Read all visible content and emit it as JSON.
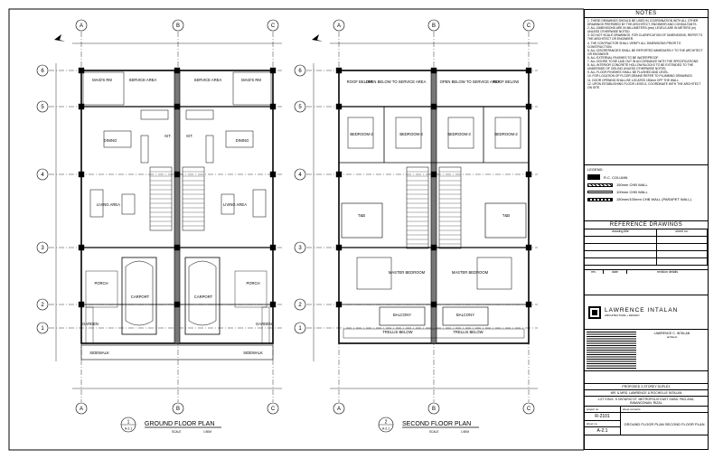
{
  "plans": [
    {
      "number": "1",
      "ref": "A-2.1",
      "title": "GROUND FLOOR PLAN",
      "scale_label": "SCALE",
      "scale": "1:50M"
    },
    {
      "number": "2",
      "ref": "A-2.1",
      "title": "SECOND FLOOR PLAN",
      "scale_label": "SCALE",
      "scale": "1:50M"
    }
  ],
  "grid": {
    "columns": [
      "A",
      "B",
      "C"
    ],
    "rows": [
      "6",
      "5",
      "4",
      "3",
      "2",
      "1"
    ]
  },
  "ground_rooms": [
    "MAID'S RM",
    "SERVICE AREA",
    "SERVICE AREA",
    "MAID'S RM",
    "DINING",
    "KIT.",
    "KIT.",
    "DINING",
    "LIVING AREA",
    "LIVING AREA",
    "PORCH",
    "CARPORT",
    "CARPORT",
    "PORCH",
    "GARDEN",
    "GARDEN",
    "SIDEWALK",
    "SIDEWALK"
  ],
  "second_rooms": [
    "ROOF BELOW",
    "OPEN BELOW TO SERVICE AREA",
    "OPEN BELOW TO SERVICE AREA",
    "ROOF BELOW",
    "BEDROOM-2",
    "BEDROOM-3",
    "BEDROOM-3",
    "BEDROOM-2",
    "T&B",
    "T&B",
    "MASTER BEDROOM",
    "MASTER BEDROOM",
    "BALCONY",
    "BALCONY",
    "TRELLIS BELOW",
    "TRELLIS BELOW"
  ],
  "notes": {
    "title": "NOTES",
    "items": [
      "1. THESE DRAWINGS SHOULD BE USED IN COORDINATION WITH ALL OTHER DRAWINGS PREPARED BY THE ARCHITECT, ENGINEER AND CONSULTANTS.",
      "2. ALL DIMENSIONS ARE IN MILLIMETERS (mm) LEVELS ARE IN METERS (m) UNLESS OTHERWISE NOTED.",
      "3. DO NOT SCALE DRAWINGS. FOR CLARIFICATION OF DIMENSIONS, REFER TO THE ARCHITECT OR ENGINEER.",
      "4. THE CONTRACTOR SHALL VERIFY ALL DIMENSIONS PRIOR TO CONSTRUCTION.",
      "5. ALL DISCREPANCIES SHALL BE REPORTED IMMEDIATELY TO THE ARCHITECT OR ENGINEER.",
      "6. ALL EXTERNAL FINISHES TO BE WATERPROOF.",
      "7. ALL DOORS TO BE LAID OUT IN ACCORDANCE WITH THE SPECIFICATIONS.",
      "8. ALL INTERIOR CONCRETE HOLLOW BLOCKS TO BE EXTENDED TO THE UNDERSIDE OF CEILING UNLESS OTHERWISE NOTED.",
      "9. ALL FLOOR FINISHES SHALL BE FLUSHED AND LEVEL.",
      "10. FOR LOCATION OF FLOOR DRAINS REFER TO PLUMBING DRAWINGS.",
      "11. DOOR OPENING SHALL BE LOCATED 150mm OFF THE WALL.",
      "12. UPON ESTABLISHING FLOOR LEVELS, COORDINATE WITH THE ARCHITECT ON SITE."
    ]
  },
  "legend": {
    "title": "LEGEND:",
    "items": [
      "R.C. COLUMN",
      "150mm CHB WALL",
      "100mm CHB WALL",
      "150mm/100mm CHB WALL (PARAPET WALL)"
    ]
  },
  "references": {
    "title": "REFERENCE DRAWINGS",
    "col1": "drawing title",
    "col2": "sheet no.",
    "rev_cols": [
      "rev.",
      "date",
      "revision details"
    ]
  },
  "firm": {
    "name": "LAWRENCE INTALAN",
    "subtitle": "ARCHITECTURE + DESIGN"
  },
  "title_block": {
    "architect": "LAWRENCE C. INTALAN",
    "architect_role": "architect",
    "project": "PROPOSED 2-STOREY DUPLEX",
    "owner": "MR. & MRS. LAWRENCE & ROCHELLE INTALAN",
    "location": "LOT 9 BLK. 5 ONTARIO ST. METROPOLIS EAST SUBD. PAG-ASA, BINANGONAN, RIZAL",
    "project_no_label": "project no.",
    "project_no": "R-2101",
    "sheet_no_label": "sheet no.",
    "sheet_no": "A-2.1",
    "sheet_contents_label": "sheet contents",
    "sheet_contents": "GROUND FLOOR PLAN SECOND FLOOR PLAN"
  }
}
